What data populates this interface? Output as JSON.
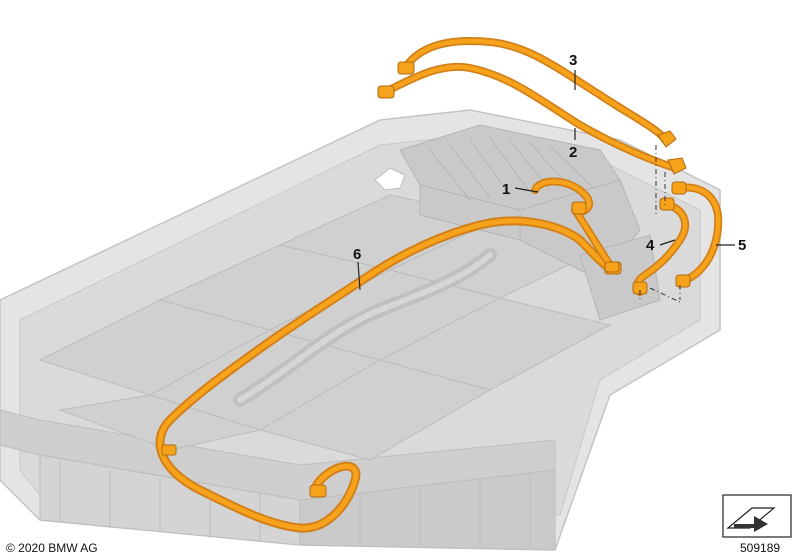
{
  "callouts": {
    "c1": "1",
    "c2": "2",
    "c3": "3",
    "c4": "4",
    "c5": "5",
    "c6": "6"
  },
  "footer": {
    "copyright": "© 2020 BMW AG",
    "doc_number": "509189"
  },
  "colors": {
    "cable": "#f7a21b",
    "cable_dark": "#d2801a",
    "tray": "#d9d9d9",
    "tray_edge": "#bdbdbd",
    "module": "#cfcfcf"
  },
  "icons": {
    "orientation": "direction-arrow-icon"
  }
}
